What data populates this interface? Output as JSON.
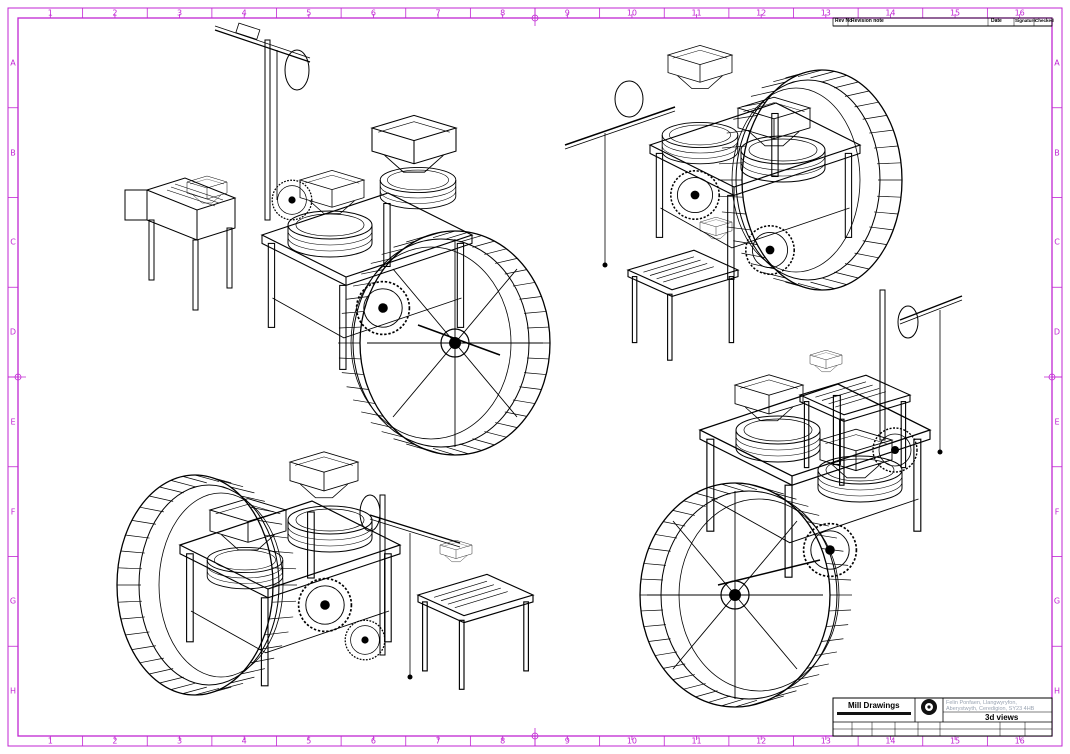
{
  "colors": {
    "border": "#c026d3",
    "ink": "#000000",
    "address": "#9aa4b2",
    "paper": "#ffffff"
  },
  "sheet": {
    "col_labels": [
      "1",
      "2",
      "3",
      "4",
      "5",
      "6",
      "7",
      "8",
      "9",
      "10",
      "11",
      "12",
      "13",
      "14",
      "15",
      "16"
    ],
    "row_labels": [
      "A",
      "B",
      "C",
      "D",
      "E",
      "F",
      "G",
      "H"
    ]
  },
  "revision_table": {
    "rev_header": "Rev No",
    "revision_header": "Revision note",
    "date_header": "Date",
    "signature_header": "Signature",
    "checked_header": "Checked"
  },
  "title_block": {
    "company": "Mill Drawings",
    "address_line1": "Felin Ponfaen, Llangwyryfon,",
    "address_line2": "Aberystwyth, Ceredigion, SY23 4HB",
    "drawing_title": "3d views",
    "logo_icon": "mill-logo-icon"
  },
  "views": [
    {
      "name": "view-front-left",
      "description_icon": "watermill-isometric-icon"
    },
    {
      "name": "view-back-right",
      "description_icon": "watermill-isometric-icon"
    },
    {
      "name": "view-back-left",
      "description_icon": "watermill-isometric-icon"
    },
    {
      "name": "view-front-right",
      "description_icon": "watermill-isometric-icon"
    }
  ]
}
